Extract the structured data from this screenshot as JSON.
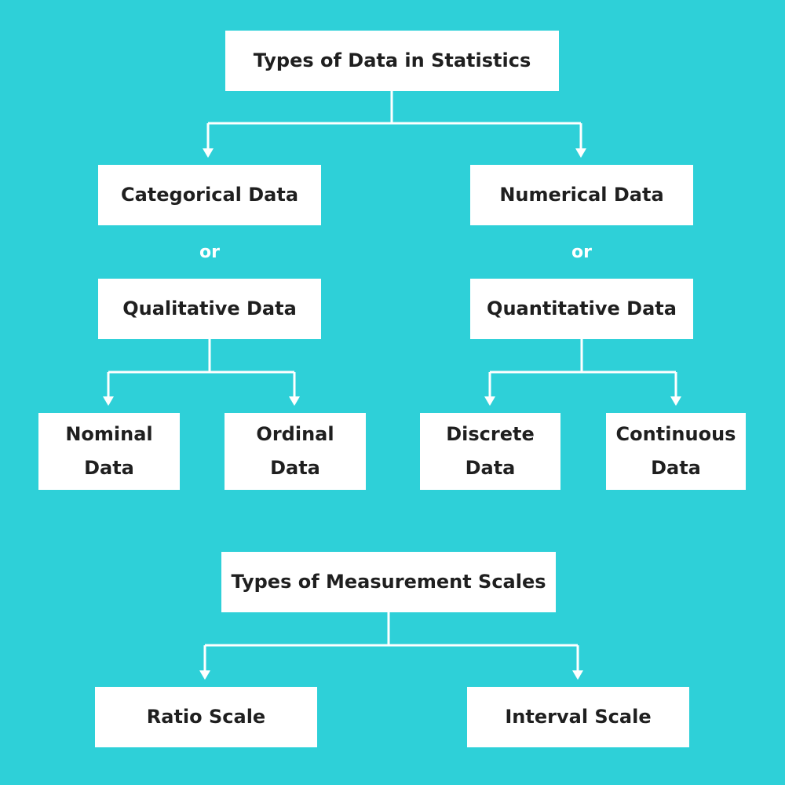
{
  "colors": {
    "background": "#2ed0d8",
    "box": "#ffffff",
    "text": "#1f1f1f",
    "connector": "#ffffff"
  },
  "data_types": {
    "title": "Types of Data in Statistics",
    "categorical": "Categorical Data",
    "categorical_or": "or",
    "qualitative": "Qualitative Data",
    "numerical": "Numerical Data",
    "numerical_or": "or",
    "quantitative": "Quantitative Data",
    "nominal": "Nominal Data",
    "ordinal": "Ordinal Data",
    "discrete": "Discrete Data",
    "continuous": "Continuous Data"
  },
  "measurement_scales": {
    "title": "Types of Measurement Scales",
    "ratio": "Ratio Scale",
    "interval": "Interval Scale"
  }
}
